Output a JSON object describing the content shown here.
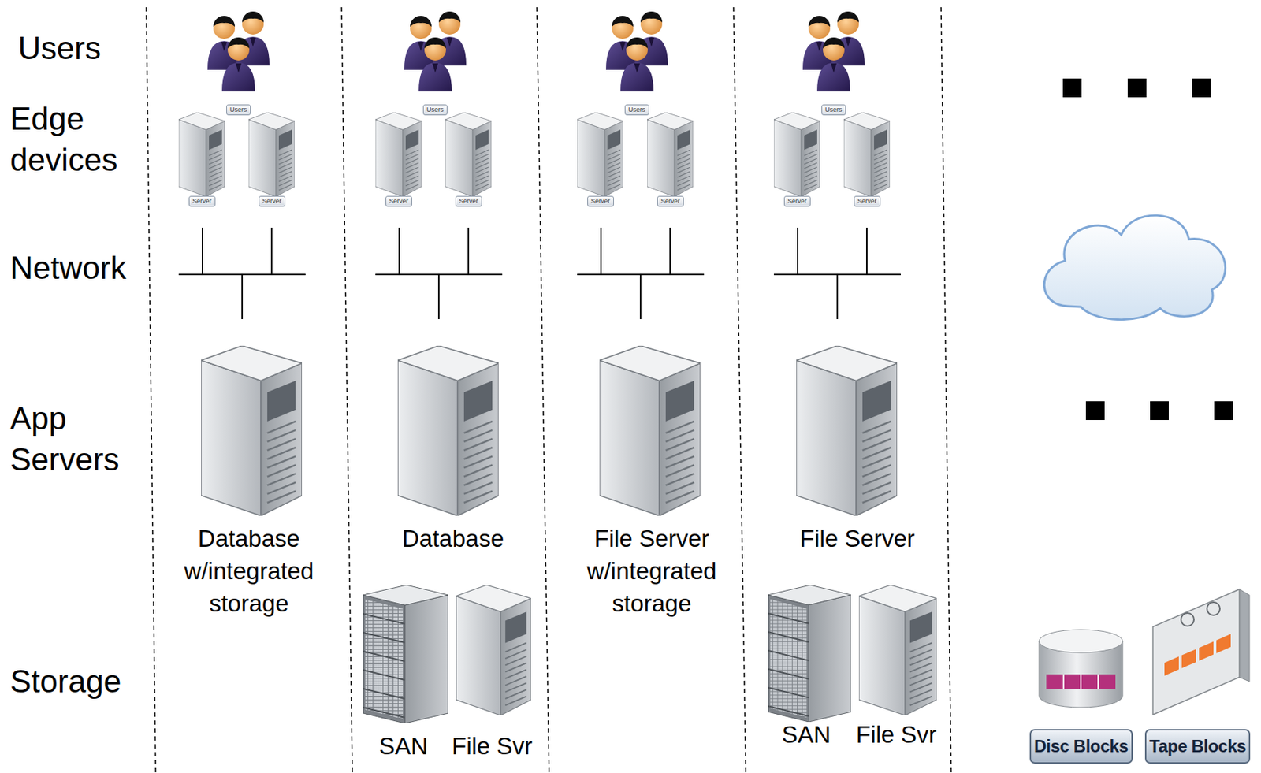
{
  "diagram": {
    "nodes": [
      {
        "text": [
          "Users"
        ]
      },
      {
        "text": [
          "Server"
        ]
      },
      {
        "text": [
          "Server"
        ]
      },
      {
        "text": [
          "Users"
        ]
      },
      {
        "text": [
          "Server"
        ]
      },
      {
        "text": [
          "Server"
        ]
      },
      {
        "text": [
          "Users"
        ]
      },
      {
        "text": [
          "Server"
        ]
      },
      {
        "text": [
          "Server"
        ]
      },
      {
        "text": [
          "Users"
        ]
      },
      {
        "text": [
          "Server"
        ]
      },
      {
        "text": [
          "Server"
        ]
      },
      {
        "text": [
          "Disc Blocks"
        ]
      },
      {
        "text": [
          "Tape Blocks"
        ]
      }
    ],
    "labels": [
      "Users",
      "Edge devices",
      "Network",
      "App Servers",
      "Storage",
      "Database w/integrated storage",
      "Database",
      "File Server w/integrated storage",
      "File Server",
      "SAN",
      "File Svr",
      "SAN",
      "File Svr"
    ]
  }
}
